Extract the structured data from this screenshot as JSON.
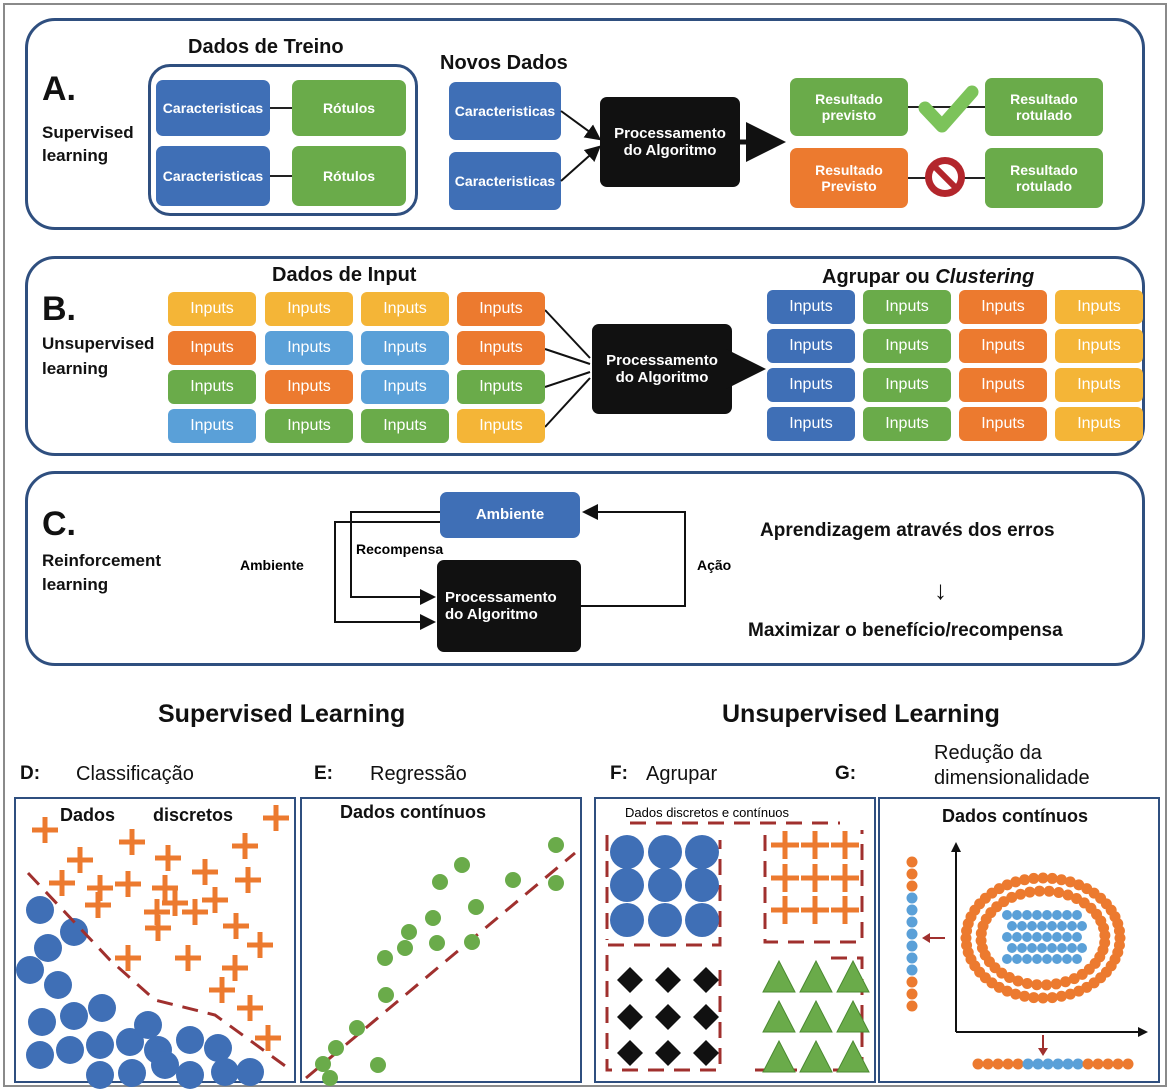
{
  "panelA": {
    "letter": "A.",
    "type_label": "Supervised learning",
    "train_title": "Dados de Treino",
    "new_title": "Novos Dados",
    "feature": "Caracteristicas",
    "label": "Rótulos",
    "process": "Processamento do Algoritmo",
    "pred_ok": "Resultado previsto",
    "pred_bad": "Resultado Previsto",
    "labeled": "Resultado rotulado"
  },
  "panelB": {
    "letter": "B.",
    "type_label": "Unsupervised learning",
    "input_title": "Dados de Input",
    "cluster_title_pre": "Agrupar ou ",
    "cluster_title_em": "Clustering",
    "input": "Inputs",
    "process": "Processamento do Algoritmo"
  },
  "panelC": {
    "letter": "C.",
    "type_label": "Reinforcement learning",
    "env": "Ambiente",
    "env_side": "Ambiente",
    "reward": "Recompensa",
    "process": "Processamento do Algoritmo",
    "action": "Ação",
    "learn": "Aprendizagem através dos erros",
    "arrow": "↓",
    "maximize": "Maximizar o benefício/recompensa"
  },
  "bottom": {
    "supervised_title": "Supervised Learning",
    "unsupervised_title": "Unsupervised Learning",
    "d_letter": "D:",
    "d_name": "Classificação",
    "e_letter": "E:",
    "e_name": "Regressão",
    "f_letter": "F:",
    "f_name": "Agrupar",
    "g_letter": "G:",
    "g_name": "Redução da dimensionalidade",
    "d_plot_left": "Dados",
    "d_plot_right": "discretos",
    "e_plot": "Dados contínuos",
    "f_plot": "Dados discretos e contínuos",
    "g_plot": "Dados contínuos"
  },
  "colors": {
    "blue": "#3f6fb6",
    "green": "#6aab4a",
    "orange": "#ec7a2f",
    "yellow": "#f4b537",
    "light_blue": "#5aa0d8",
    "dark_red": "#a0302e",
    "panel_border": "#2f4f7f"
  }
}
